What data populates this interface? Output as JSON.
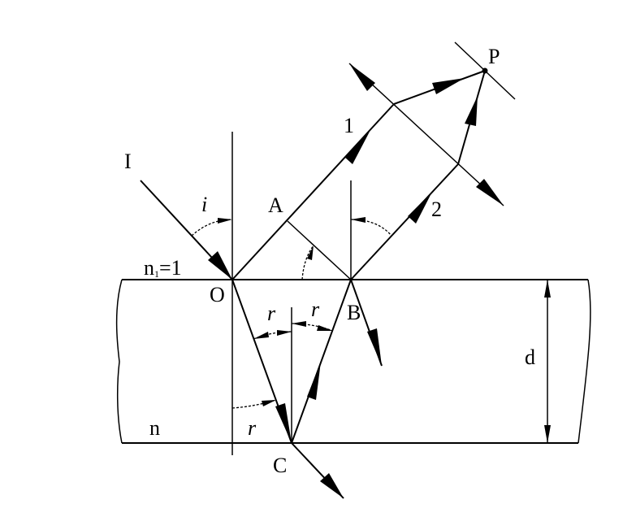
{
  "labels": {
    "incident": "I",
    "ray1": "1",
    "ray2": "2",
    "point_P": "P",
    "point_A": "A",
    "point_O": "O",
    "point_B": "B",
    "point_C": "C",
    "angle_i": "i",
    "angle_r_left": "r",
    "angle_r_right": "r",
    "angle_r_bottom": "r",
    "thickness": "d",
    "outer_index_main": "n",
    "outer_index_sub": "1",
    "outer_index_value": "=1",
    "film_index": "n"
  }
}
